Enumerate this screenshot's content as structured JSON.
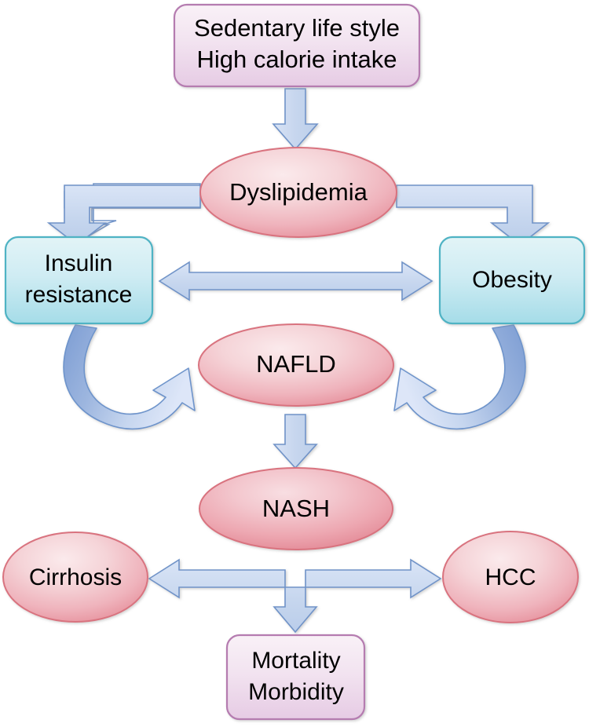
{
  "diagram": {
    "title": "NAFLD pathogenesis and outcomes flowchart",
    "background_color": "#ffffff",
    "palette": {
      "purple_box_fill_top": "#f6eaf4",
      "purple_box_fill_bottom": "#e9cfe6",
      "purple_box_border": "#b57bb0",
      "teal_box_fill_top": "#d9f0f4",
      "teal_box_fill_bottom": "#a8dde8",
      "teal_box_border": "#4fb3c4",
      "pink_ellipse_light": "#f6dcdf",
      "pink_ellipse_mid": "#f0b8bf",
      "pink_ellipse_dark": "#e38b98",
      "pink_ellipse_border": "#d9737f",
      "arrow_fill": "#c6d6ee",
      "arrow_border": "#7093c8",
      "curve_arrow_dark": "#7e9ed2",
      "curve_arrow_light": "#d5e0f4",
      "text_color": "#000000"
    },
    "nodes": [
      {
        "id": "lifestyle",
        "shape": "rounded-rect",
        "style": "purple",
        "lines": [
          "Sedentary life style",
          "High calorie intake"
        ]
      },
      {
        "id": "dyslipidemia",
        "shape": "ellipse",
        "style": "pink",
        "lines": [
          "Dyslipidemia"
        ]
      },
      {
        "id": "insulin-resistance",
        "shape": "rounded-rect",
        "style": "teal",
        "lines": [
          "Insulin",
          "resistance"
        ]
      },
      {
        "id": "obesity",
        "shape": "rounded-rect",
        "style": "teal",
        "lines": [
          "Obesity"
        ]
      },
      {
        "id": "nafld",
        "shape": "ellipse",
        "style": "pink",
        "lines": [
          "NAFLD"
        ]
      },
      {
        "id": "nash",
        "shape": "ellipse",
        "style": "pink",
        "lines": [
          "NASH"
        ]
      },
      {
        "id": "cirrhosis",
        "shape": "ellipse",
        "style": "pink",
        "lines": [
          "Cirrhosis"
        ]
      },
      {
        "id": "hcc",
        "shape": "ellipse",
        "style": "pink",
        "lines": [
          "HCC"
        ]
      },
      {
        "id": "mortality",
        "shape": "rounded-rect",
        "style": "purple",
        "lines": [
          "Mortality",
          "Morbidity"
        ]
      }
    ],
    "labels": {
      "lifestyle_line1": "Sedentary life style",
      "lifestyle_line2": "High calorie intake",
      "dyslipidemia": "Dyslipidemia",
      "insulin_line1": "Insulin",
      "insulin_line2": "resistance",
      "obesity": "Obesity",
      "nafld": "NAFLD",
      "nash": "NASH",
      "cirrhosis": "Cirrhosis",
      "hcc": "HCC",
      "mortality_line1": "Mortality",
      "mortality_line2": "Morbidity"
    },
    "edges": [
      {
        "id": "lifestyle-to-dyslipidemia",
        "from": "lifestyle",
        "to": "dyslipidemia",
        "kind": "arrow-down"
      },
      {
        "id": "dyslipidemia-to-insulin",
        "from": "dyslipidemia",
        "to": "insulin-resistance",
        "kind": "elbow-arrow-left-down"
      },
      {
        "id": "dyslipidemia-to-obesity",
        "from": "dyslipidemia",
        "to": "obesity",
        "kind": "elbow-arrow-right-down"
      },
      {
        "id": "insulin-obesity-bidirectional",
        "from": "insulin-resistance",
        "to": "obesity",
        "kind": "double-headed-arrow-horizontal"
      },
      {
        "id": "insulin-to-nafld",
        "from": "insulin-resistance",
        "to": "nafld",
        "kind": "curved-arrow"
      },
      {
        "id": "obesity-to-nafld",
        "from": "obesity",
        "to": "nafld",
        "kind": "curved-arrow"
      },
      {
        "id": "nafld-to-nash",
        "from": "nafld",
        "to": "nash",
        "kind": "arrow-down"
      },
      {
        "id": "nash-to-cirrhosis-hcc-mortality",
        "from": "nash",
        "to": "cirrhosis, hcc, mortality",
        "kind": "tee-arrow-three-way"
      }
    ]
  }
}
